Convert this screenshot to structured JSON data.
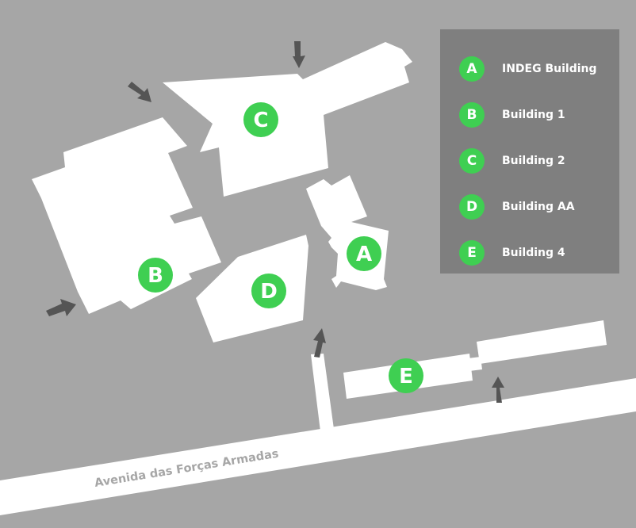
{
  "colors": {
    "background": "#a6a6a6",
    "building": "#ffffff",
    "marker": "#3fcf52",
    "legend_panel": "#7f7f7f",
    "arrow": "#555555"
  },
  "street": {
    "name": "Avenida das Forças Armadas"
  },
  "markers": {
    "a": "A",
    "b": "B",
    "c": "C",
    "d": "D",
    "e": "E"
  },
  "legend": {
    "items": [
      {
        "letter": "A",
        "label": "INDEG Building"
      },
      {
        "letter": "B",
        "label": "Building 1"
      },
      {
        "letter": "C",
        "label": "Building 2"
      },
      {
        "letter": "D",
        "label": "Building AA"
      },
      {
        "letter": "E",
        "label": "Building 4"
      }
    ]
  },
  "icons": {
    "entrance": "arrow-icon"
  }
}
